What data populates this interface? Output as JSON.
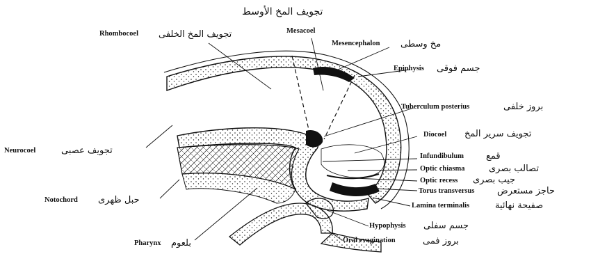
{
  "diagram": {
    "title_ar": "تجويف المخ الأوسط",
    "labels": {
      "rhombocoel": {
        "en": "Rhombocoel",
        "ar": "تجويف المخ الخلفى"
      },
      "mesacoel": {
        "en": "Mesacoel"
      },
      "mesencephalon": {
        "en": "Mesencephalon",
        "ar": "مخ وسطى"
      },
      "epiphysis": {
        "en": "Epiphysis",
        "ar": "جسم فوقى"
      },
      "tuberculum": {
        "en": "Tuberculum posterius",
        "ar": "بروز خلفى"
      },
      "diocoel": {
        "en": "Diocoel",
        "ar": "تجويف سرير المخ"
      },
      "infundibulum": {
        "en": "Infundibulum",
        "ar": "قمع"
      },
      "optic_chiasma": {
        "en": "Optic chiasma",
        "ar": "تصالب بصرى"
      },
      "optic_recess": {
        "en": "Optic recess",
        "ar": "جيب بصرى"
      },
      "torus": {
        "en": "Torus transversus",
        "ar": "حاجز مستعرض"
      },
      "lamina": {
        "en": "Lamina terminalis",
        "ar": "صفيحة نهائية"
      },
      "hypophysis": {
        "en": "Hypophysis",
        "ar": "جسم سفلى"
      },
      "oral": {
        "en": "Oral evagination",
        "ar": "بروز فمى"
      },
      "neurocoel": {
        "en": "Neurocoel",
        "ar": "تجويف عصبى"
      },
      "notochord": {
        "en": "Notochord",
        "ar": "حبل ظهرى"
      },
      "pharynx": {
        "en": "Pharynx",
        "ar": "بلعوم"
      }
    }
  }
}
